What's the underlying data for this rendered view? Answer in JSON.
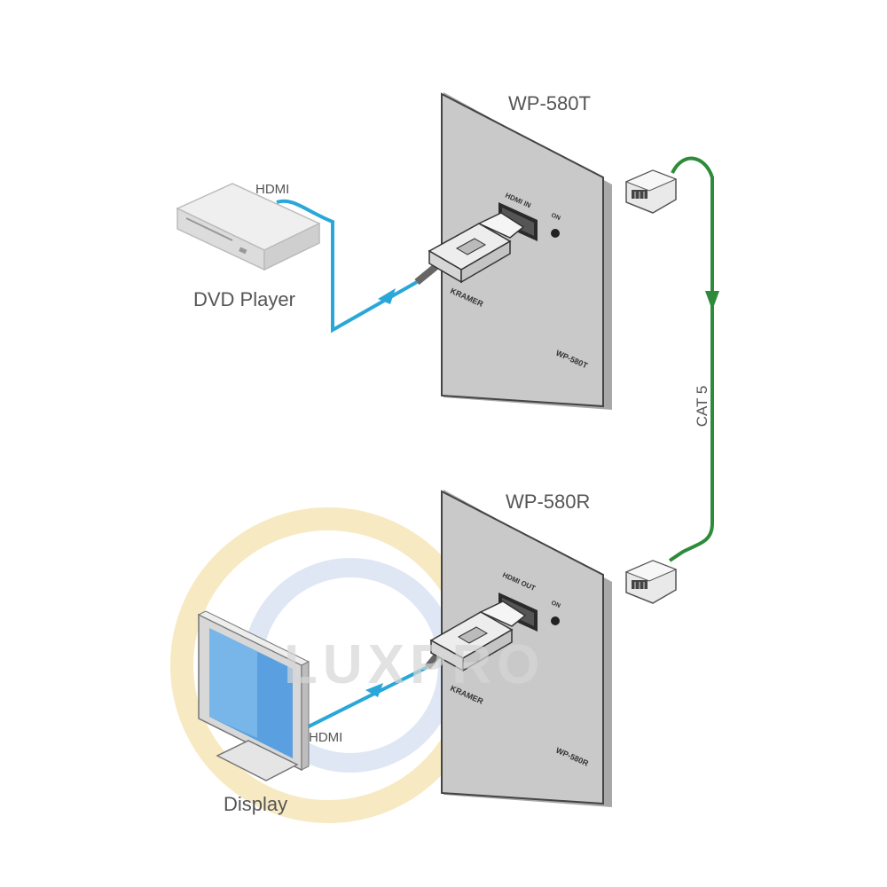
{
  "watermark": {
    "text": "LUXPRO"
  },
  "devices": {
    "transmitter": {
      "model": "WP-580T",
      "port_label": "HDMI IN",
      "led_label": "ON",
      "brand": "KRAMER",
      "plate_model": "WP-580T"
    },
    "receiver": {
      "model": "WP-580R",
      "port_label": "HDMI OUT",
      "led_label": "ON",
      "brand": "KRAMER",
      "plate_model": "WP-580R"
    },
    "source": {
      "label": "DVD Player",
      "cable_label": "HDMI"
    },
    "display": {
      "label": "Display",
      "cable_label": "HDMI"
    }
  },
  "cat_cable": {
    "label": "CAT 5"
  },
  "colors": {
    "hdmi_cable": "#2aa7d8",
    "cat_cable": "#2e8b3a",
    "plate": "#c9c9c9",
    "watermark_ring": "#f3dfa8",
    "watermark_ring_inner": "#c9d7ee"
  }
}
